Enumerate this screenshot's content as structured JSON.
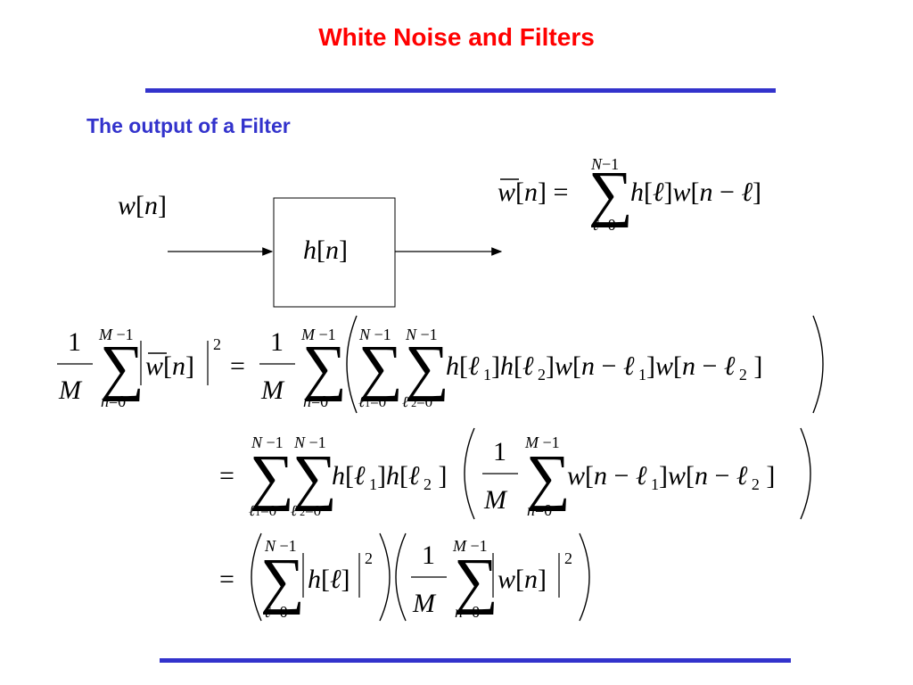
{
  "title": "White Noise and Filters",
  "section_heading": "The output of a Filter",
  "colors": {
    "title": "#ff0000",
    "heading": "#3333cc",
    "rule": "#3333cc",
    "ink": "#000000"
  },
  "diagram": {
    "input_label": "w[n]",
    "block_label": "h[n]"
  },
  "equations": {
    "filter_output": "w̄[n] = Σ_{ℓ=0}^{N−1} h[ℓ] w[n−ℓ]",
    "line1": "(1/M) Σ_{n=0}^{M−1} |w̄[n]|² = (1/M) Σ_{n=0}^{M−1} ( Σ_{ℓ1=0}^{N−1} Σ_{ℓ2=0}^{N−1} h[ℓ1] h[ℓ2] w[n−ℓ1] w[n−ℓ2] )",
    "line2": "= Σ_{ℓ1=0}^{N−1} Σ_{ℓ2=0}^{N−1} h[ℓ1] h[ℓ2] ( (1/M) Σ_{n=0}^{M−1} w[n−ℓ1] w[n−ℓ2] )",
    "line3": "= ( Σ_{ℓ=0}^{N−1} |h[ℓ]|² ) ( (1/M) Σ_{n=0}^{M−1} |w[n]|² )"
  }
}
